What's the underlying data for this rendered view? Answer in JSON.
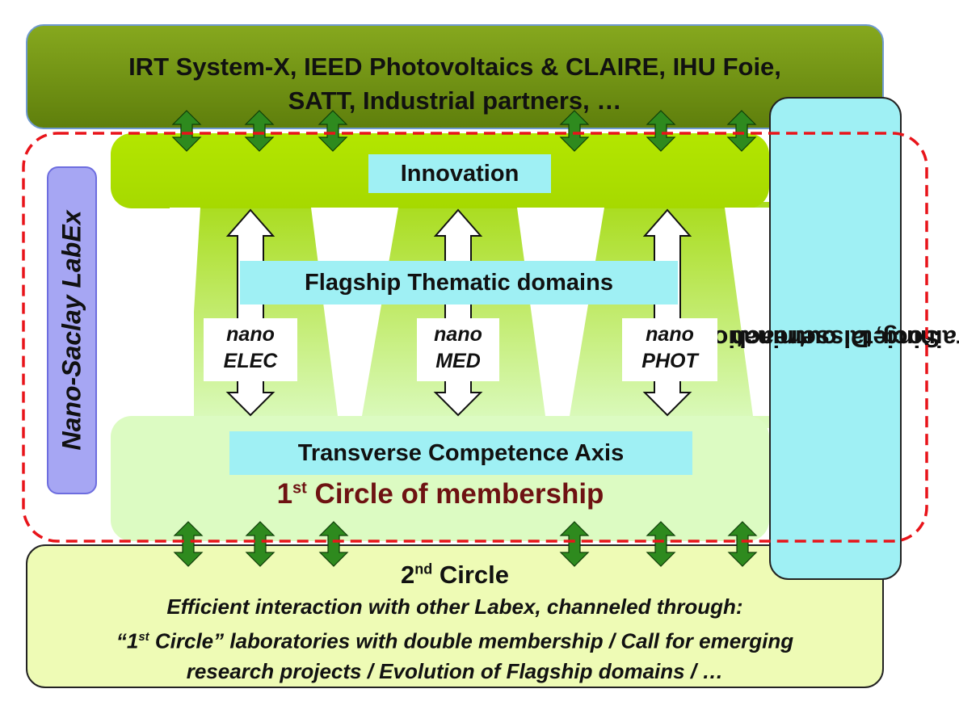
{
  "top_partners": {
    "line1": "IRT System-X, IEED Photovoltaics & CLAIRE, IHU Foie,",
    "line2": "SATT, Industrial partners, …"
  },
  "innovation_label": "Innovation",
  "flagship_label": "Flagship Thematic domains",
  "domains": [
    {
      "line1": "nano",
      "line2": "ELEC"
    },
    {
      "line1": "nano",
      "line2": "MED"
    },
    {
      "line1": "nano",
      "line2": "PHOT"
    }
  ],
  "transverse_label": "Transverse Competence Axis",
  "first_circle": {
    "num": "1",
    "sup": "st",
    "rest": " Circle of membership"
  },
  "labex_label": "Nano-Saclay LabEx",
  "training": {
    "line1": "Training, Dissemination,",
    "line2": "Societal outreach"
  },
  "second_circle": {
    "num": "2",
    "sup": "nd",
    "rest": " Circle",
    "body_line1": "Efficient interaction with other Labex, channeled through:",
    "body_line2_pre": "“1",
    "body_line2_sup": "st",
    "body_line2_post": " Circle” laboratories with double membership / Call for emerging",
    "body_line3": "research projects / Evolution of Flagship domains / …"
  },
  "colors": {
    "top_green": "#6f8f14",
    "innovation_green": "#aee000",
    "light_green": "#dcfbc2",
    "cyan_label": "#9ff0f4",
    "lavender": "#a6a6f3",
    "bottom_fill": "#eefbb5",
    "arrow_green": "#2e8a1e",
    "dashed_red": "#e8141a",
    "membership_text": "#6e1212"
  }
}
